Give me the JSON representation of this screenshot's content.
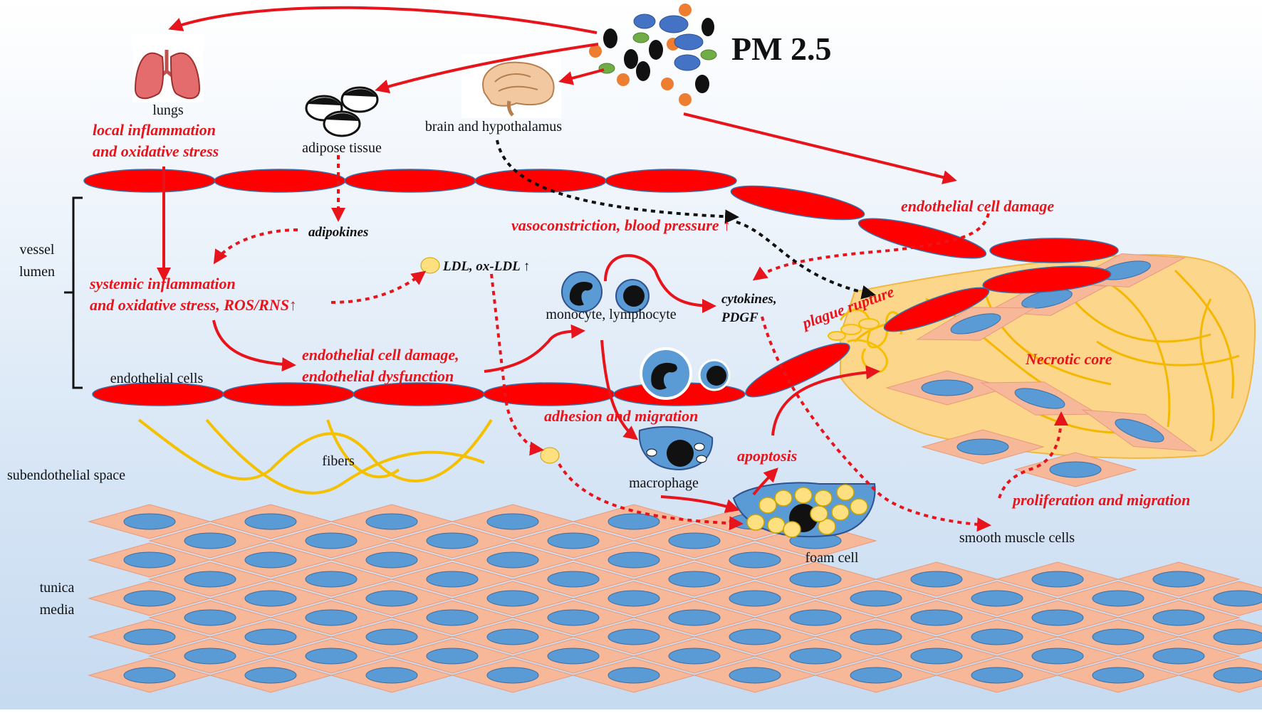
{
  "title": "PM 2.5",
  "labels": {
    "lungs": "lungs",
    "adipose": "adipose tissue",
    "brain": "brain and hypothalamus",
    "vessel_lumen_1": "vessel",
    "vessel_lumen_2": "lumen",
    "endothelial_cells": "endothelial cells",
    "subendothelial": "subendothelial space",
    "fibers": "fibers",
    "monocyte": "monocyte, lymphocyte",
    "macrophage": "macrophage",
    "foam_cell": "foam cell",
    "smooth_muscle": "smooth muscle cells",
    "tunica_1": "tunica",
    "tunica_2": "media"
  },
  "red_labels": {
    "local_inflammation_1": "local inflammation",
    "local_inflammation_2": "and oxidative stress",
    "systemic_1": "systemic inflammation",
    "systemic_2": "and oxidative stress, ROS/RNS↑",
    "endo_damage_1": "endothelial cell damage,",
    "endo_damage_2": "endothelial dysfunction",
    "vasoconstriction": "vasoconstriction, blood pressure ↑",
    "endo_cell_damage": "endothelial cell damage",
    "plaque_rupture": "plague rupture",
    "necrotic_core": "Necrotic core",
    "adhesion": "adhesion and migration",
    "apoptosis": "apoptosis",
    "proliferation": "proliferation and migration"
  },
  "black_italic_labels": {
    "adipokines": "adipokines",
    "ldl": "LDL, ox-LDL ↑",
    "cytokines_1": "cytokines,",
    "cytokines_2": "PDGF"
  },
  "colors": {
    "endothelium": "#ff0000",
    "arrow": "#e8141c",
    "smooth_muscle": "#f7b89a",
    "nucleus": "#5b9bd5",
    "fiber": "#f5c000",
    "necrotic": "#fcd68a",
    "lipid": "#ffe080"
  }
}
